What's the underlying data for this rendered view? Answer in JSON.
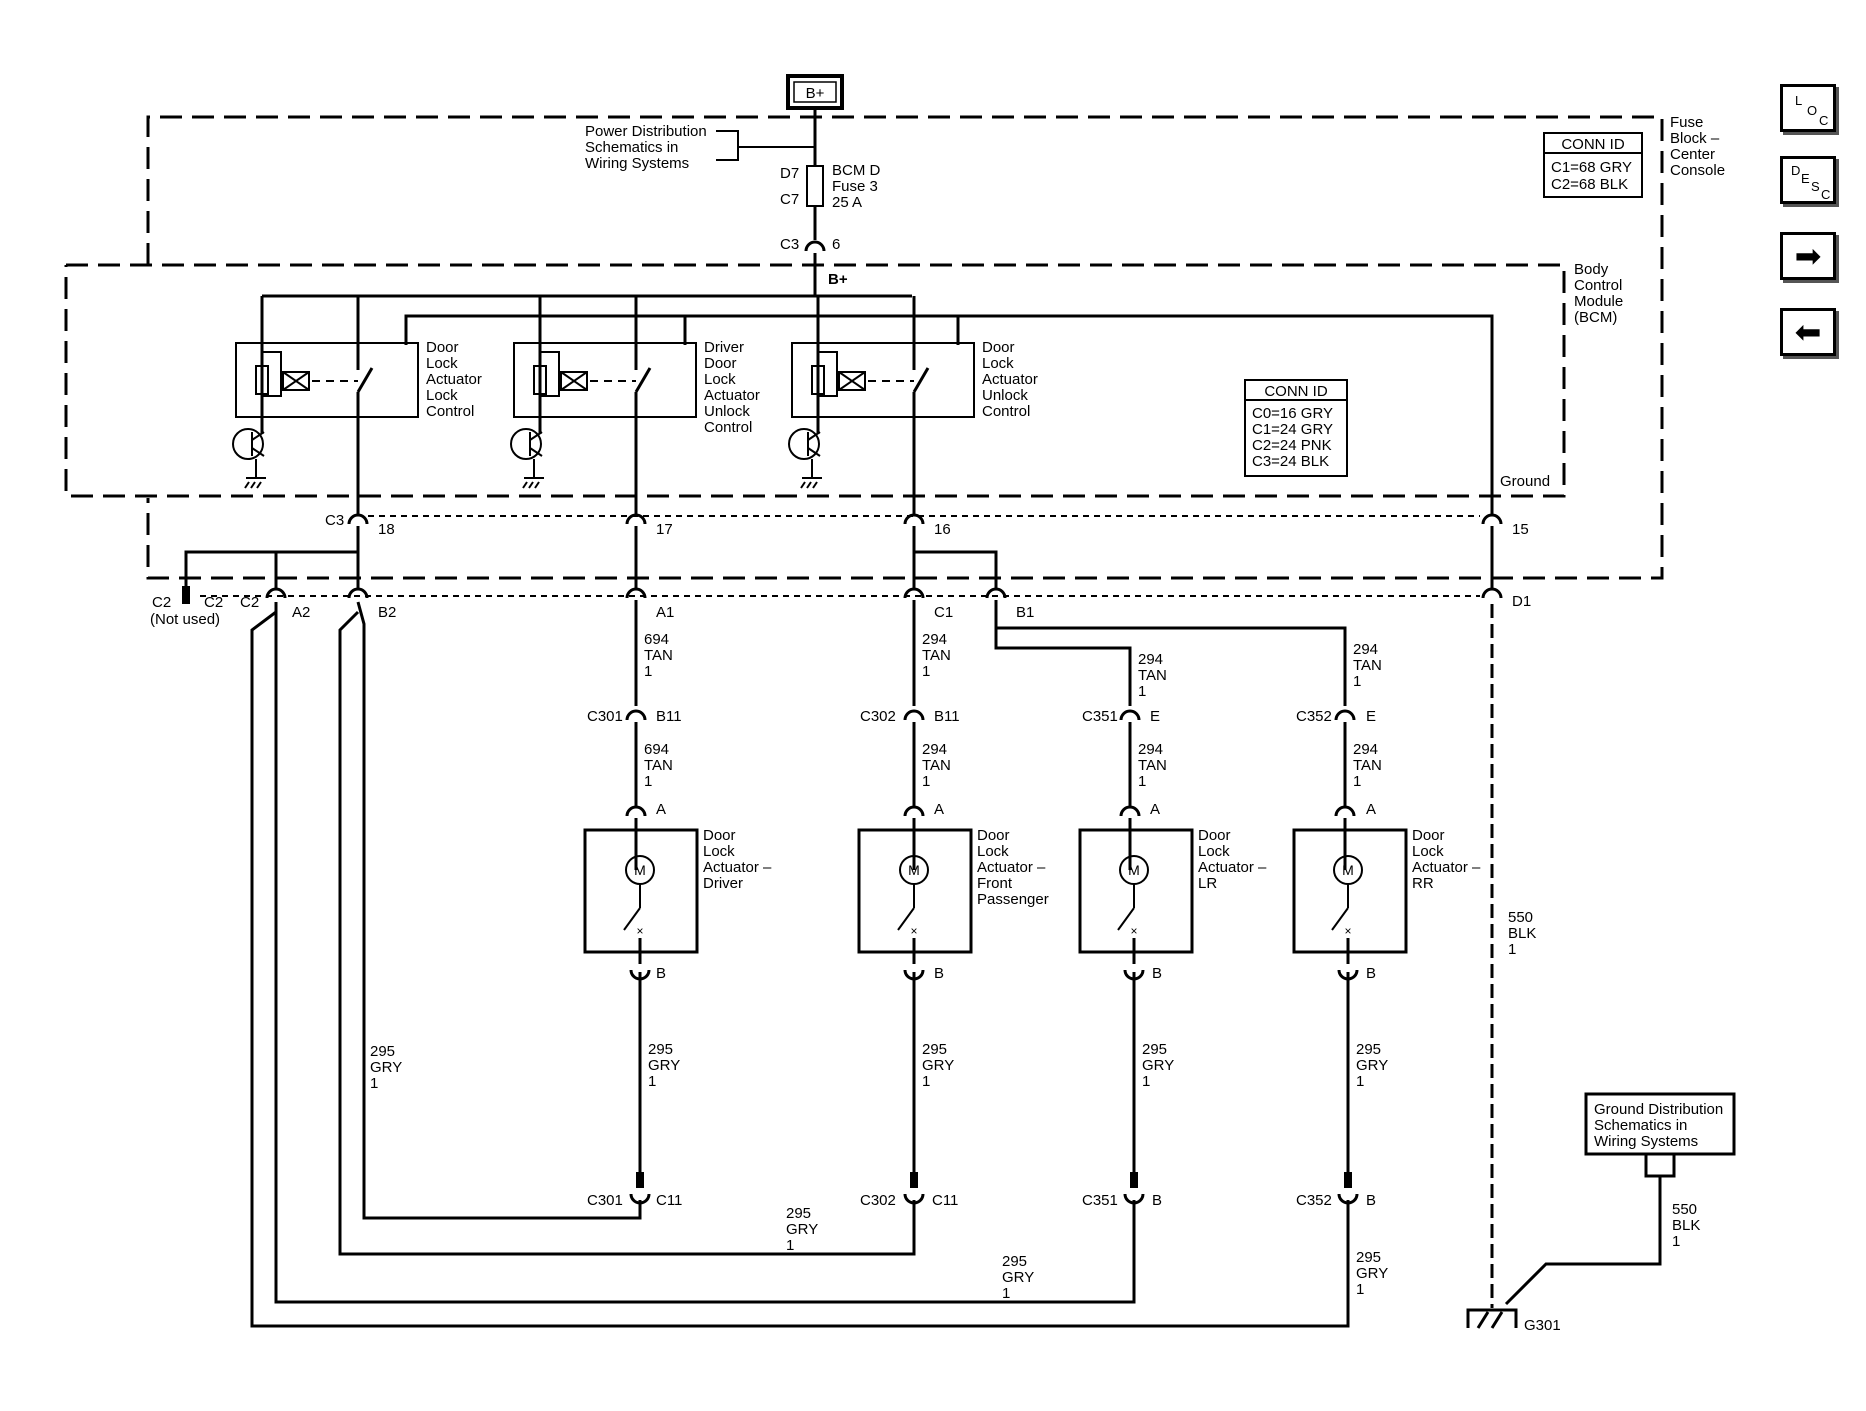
{
  "supply": {
    "label": "B+"
  },
  "fuse_block": {
    "name": [
      "Fuse",
      "Block –",
      "Center",
      "Console"
    ],
    "conn_title": "CONN ID",
    "conn_rows": [
      "C1=68 GRY",
      "C2=68 BLK"
    ],
    "ref_text": [
      "Power Distribution",
      "Schematics in",
      "Wiring  Systems"
    ],
    "fuse_pins": [
      "D7",
      "C7"
    ],
    "fuse_label": [
      "BCM D",
      "Fuse 3",
      "25 A"
    ],
    "out_conn": "C3",
    "out_pin": "6"
  },
  "bcm": {
    "name": [
      "Body",
      "Control",
      "Module",
      "(BCM)"
    ],
    "bplus": "B+",
    "conn_title": "CONN ID",
    "conn_rows": [
      "C0=16 GRY",
      "C1=24 GRY",
      "C2=24 PNK",
      "C3=24 BLK"
    ],
    "ground": "Ground",
    "relays": [
      [
        "Door",
        "Lock",
        "Actuator",
        "Lock",
        "Control"
      ],
      [
        "Driver",
        "Door",
        "Lock",
        "Actuator",
        "Unlock",
        "Control"
      ],
      [
        "Door",
        "Lock",
        "Actuator",
        "Unlock",
        "Control"
      ]
    ],
    "c3": "C3",
    "c3_pins": [
      "18",
      "17",
      "16",
      "15"
    ]
  },
  "c2": {
    "label": "C2",
    "not_used": "(Not used)",
    "pins": [
      "A2",
      "B2",
      "A1",
      "C1",
      "B1",
      "D1"
    ]
  },
  "wire_694": {
    "circuit": "694",
    "color": "TAN",
    "size": "1"
  },
  "wire_294": {
    "circuit": "294",
    "color": "TAN",
    "size": "1"
  },
  "wire_295": {
    "circuit": "295",
    "color": "GRY",
    "size": "1"
  },
  "wire_550": {
    "circuit": "550",
    "color": "BLK",
    "size": "1"
  },
  "inline_top": [
    {
      "conn": "C301",
      "pin": "B11"
    },
    {
      "conn": "C302",
      "pin": "B11"
    },
    {
      "conn": "C351",
      "pin": "E"
    },
    {
      "conn": "C352",
      "pin": "E"
    }
  ],
  "inline_bottom": [
    {
      "conn": "C301",
      "pin": "C11"
    },
    {
      "conn": "C302",
      "pin": "C11"
    },
    {
      "conn": "C351",
      "pin": "B"
    },
    {
      "conn": "C352",
      "pin": "B"
    }
  ],
  "actuators": [
    {
      "name": [
        "Door",
        "Lock",
        "Actuator –",
        "Driver"
      ],
      "pin_a": "A",
      "pin_b": "B",
      "motor": "M"
    },
    {
      "name": [
        "Door",
        "Lock",
        "Actuator –",
        "Front",
        "Passenger"
      ],
      "pin_a": "A",
      "pin_b": "B",
      "motor": "M"
    },
    {
      "name": [
        "Door",
        "Lock",
        "Actuator –",
        "LR"
      ],
      "pin_a": "A",
      "pin_b": "B",
      "motor": "M"
    },
    {
      "name": [
        "Door",
        "Lock",
        "Actuator –",
        "RR"
      ],
      "pin_a": "A",
      "pin_b": "B",
      "motor": "M"
    }
  ],
  "ground_ref": [
    "Ground Distribution",
    "Schematics in",
    "Wiring Systems"
  ],
  "ground_point": "G301",
  "nav": {
    "loc": [
      "L",
      "O",
      "C"
    ],
    "desc": [
      "D",
      "E",
      "S",
      "C"
    ],
    "forward_icon": "right-arrow-icon",
    "back_icon": "left-arrow-icon"
  }
}
